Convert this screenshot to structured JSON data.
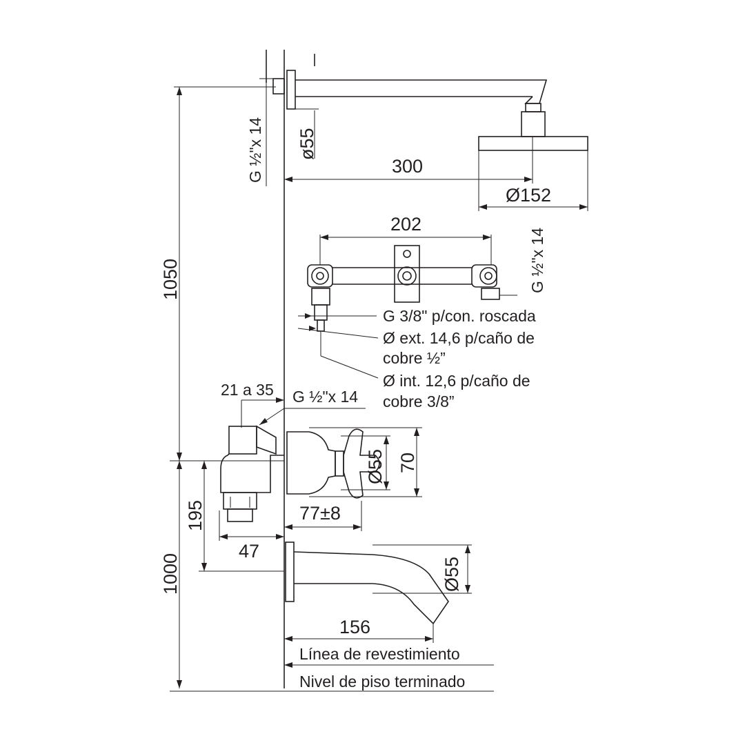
{
  "dimensions": {
    "d1050": "1050",
    "d1000": "1000",
    "d195": "195",
    "d300": "300",
    "d152": "Ø152",
    "d55_flange": "ø55",
    "d202": "202",
    "d21a35": "21 a 35",
    "d47": "47",
    "d77": "77±8",
    "d70": "70",
    "d55_valve": "Ø55",
    "d55_spout": "Ø55",
    "d156": "156"
  },
  "threads": {
    "shower_left": "G ½\"x 14",
    "shower_right": "G ½\"x 14",
    "mixer": "G ½\"x 14"
  },
  "notes": {
    "roscada": "G 3/8\" p/con. roscada",
    "ext_line1": "Ø ext. 14,6 p/caño de",
    "ext_line2": "cobre ½”",
    "int_line1": "Ø int. 12,6 p/caño de",
    "int_line2": "cobre 3/8”"
  },
  "levels": {
    "revestimiento": "Línea de revestimiento",
    "piso": "Nivel de piso terminado"
  }
}
